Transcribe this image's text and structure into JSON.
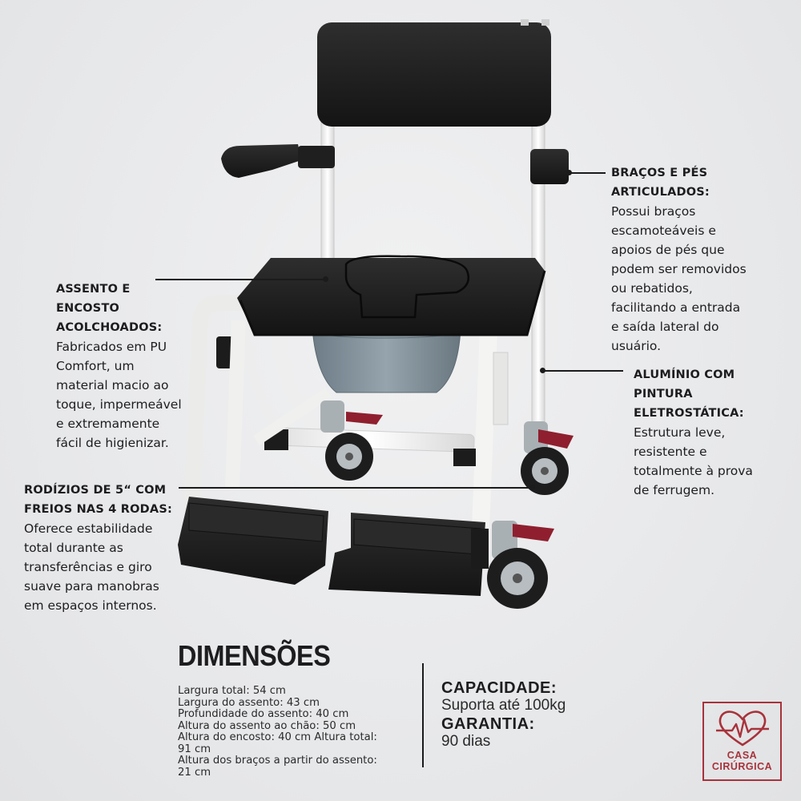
{
  "callouts": {
    "bracos": {
      "heading": "BRAÇOS E PÉS\nARTICULADOS:",
      "body": "Possui braços\nescamoteáveis e\napoios de pés que\npodem ser removidos\nou rebatidos,\nfacilitando a entrada\ne saída lateral do\nusuário."
    },
    "assento": {
      "heading": "ASSENTO E\nENCOSTO\nACOLCHOADOS:",
      "body": "Fabricados em PU\nComfort, um\nmaterial macio ao\ntoque, impermeável\ne extremamente\nfácil de higienizar."
    },
    "aluminio": {
      "heading": "ALUMÍNIO COM\nPINTURA\nELETROSTÁTICA:",
      "body": "Estrutura leve,\nresistente e\ntotalmente à prova\nde ferrugem."
    },
    "rodizios": {
      "heading": "RODÍZIOS DE 5“ COM\nFREIOS NAS 4 RODAS:",
      "body": "Oferece estabilidade\ntotal durante as\ntransferências e giro\nsuave para manobras\nem espaços internos."
    }
  },
  "dimensions": {
    "title": "DIMENSÕES",
    "items": [
      "Largura total: 54 cm",
      "Largura do assento: 43 cm",
      "Profundidade do assento: 40 cm",
      "Altura do assento ao chão: 50 cm",
      "Altura do encosto: 40 cm Altura total:\n91 cm",
      "Altura dos braços a partir do assento:\n21 cm"
    ]
  },
  "specs": {
    "capacity_label": "CAPACIDADE:",
    "capacity_value": "Suporta até 100kg",
    "warranty_label": "GARANTIA:",
    "warranty_value": "90 dias"
  },
  "logo": {
    "line1": "CASA",
    "line2": "CIRÚRGICA",
    "icon": "heart-pulse-icon"
  },
  "colors": {
    "accent": "#a8323b",
    "text": "#1d1d1f",
    "chair_black": "#1e1e1e",
    "frame_white": "#f6f6f4",
    "bucket": "#7d8c95",
    "brake_red": "#8f1f2e"
  }
}
